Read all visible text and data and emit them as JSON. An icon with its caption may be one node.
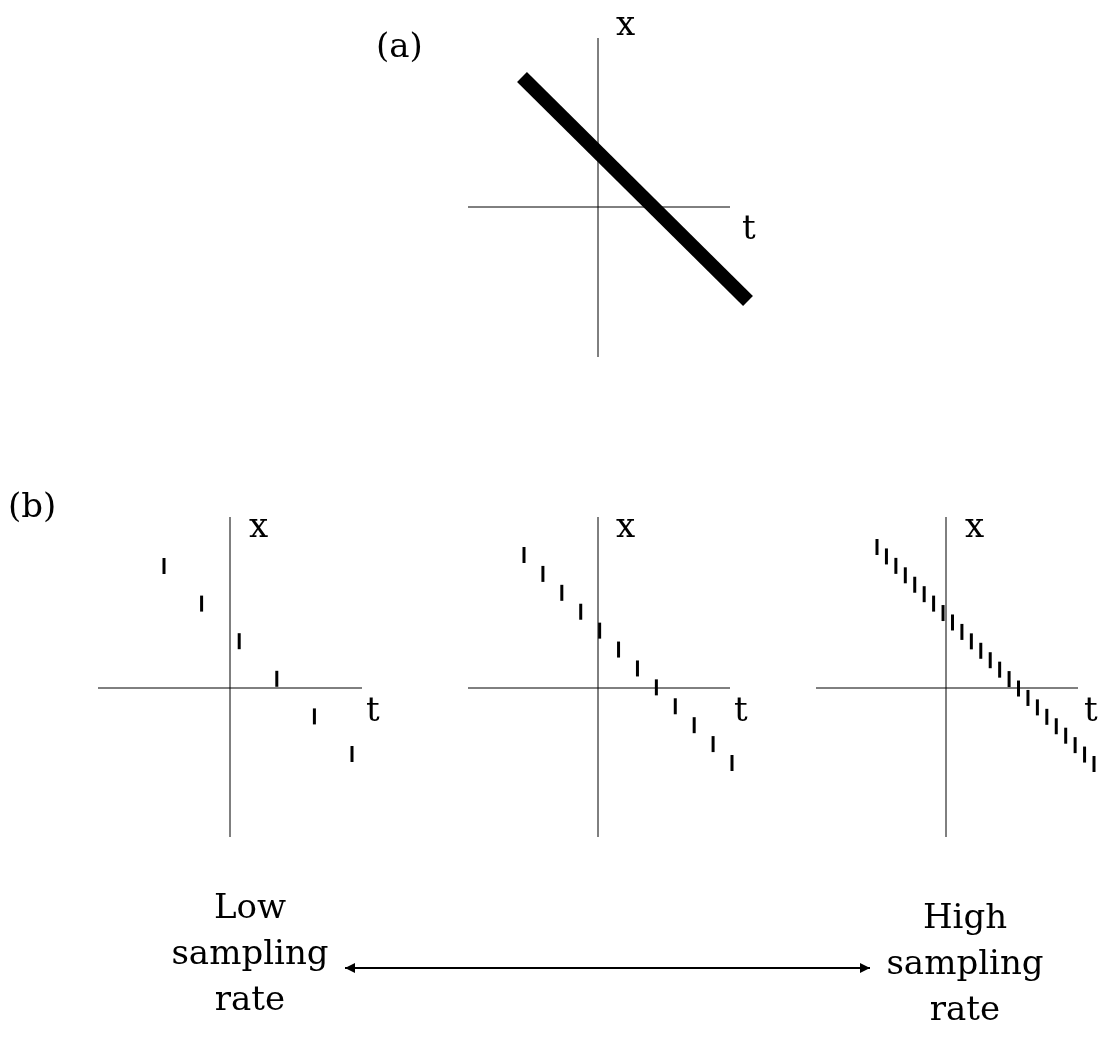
{
  "diagram": {
    "nodes": [
      {
        "text": [
          "Low sampling rate"
        ]
      },
      {
        "text": [
          "High sampling rate"
        ]
      }
    ],
    "edges": [
      {
        "from": 0,
        "to": 1,
        "arrow": "both"
      }
    ],
    "labels": [
      "(a)",
      "x",
      "t",
      "(b)",
      "x",
      "t",
      "x",
      "t",
      "x",
      "t"
    ]
  }
}
